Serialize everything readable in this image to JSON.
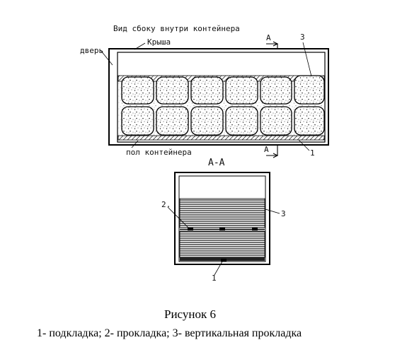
{
  "labels": {
    "side_view": "Вид сбоку внутри контейнера",
    "roof": "Крыша",
    "door": "дверь",
    "floor": "пол контейнера",
    "section": "А-А",
    "cut_mark": "А",
    "num_1": "1",
    "num_2": "2.",
    "num_3": "3"
  },
  "caption": {
    "title": "Рисунок 6",
    "legend": "1-  подкладка; 2- прокладка; 3- вертикальная прокладка"
  }
}
